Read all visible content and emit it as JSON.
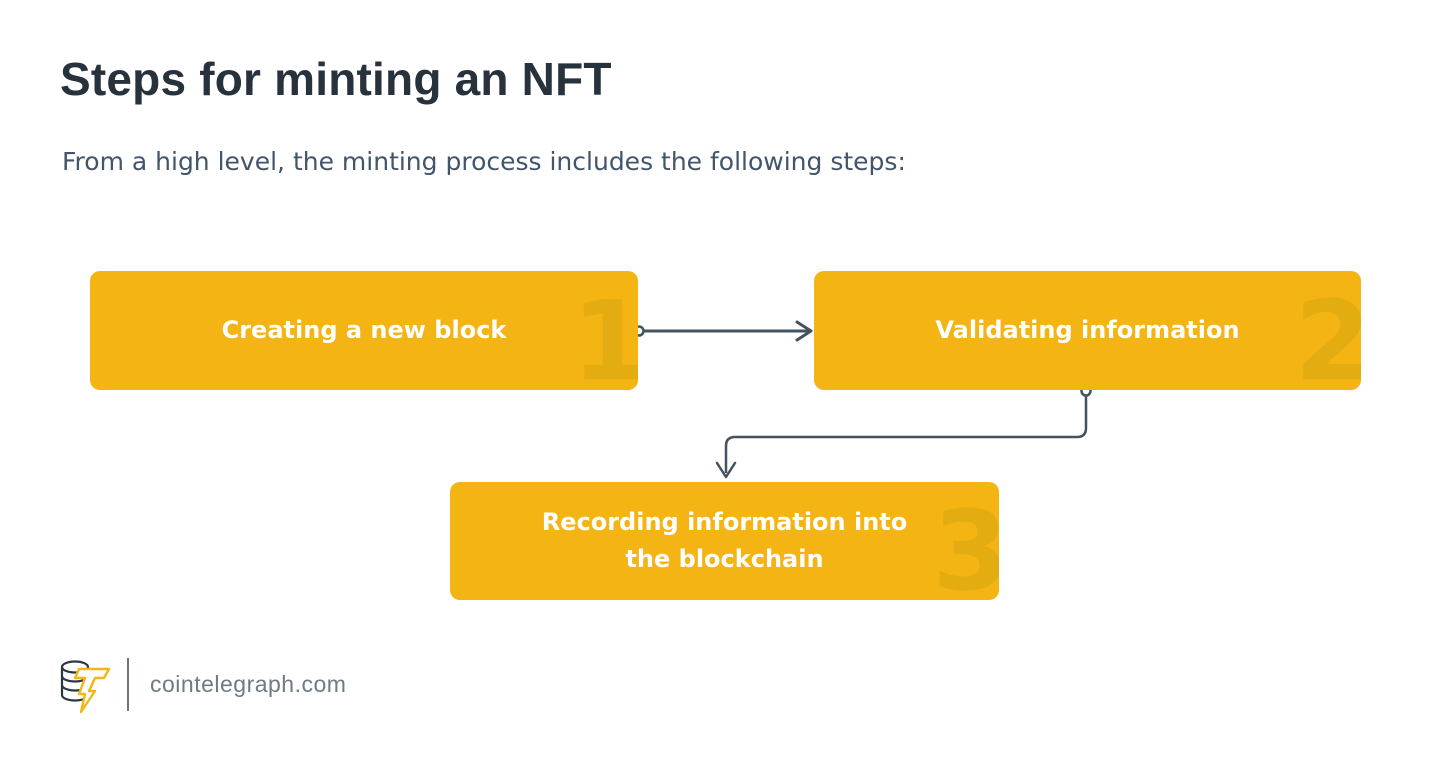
{
  "page": {
    "title": "Steps for minting an NFT",
    "subtitle": "From a high level, the minting process includes the following steps:"
  },
  "steps": [
    {
      "number": "1",
      "label": "Creating a new block"
    },
    {
      "number": "2",
      "label": "Validating information"
    },
    {
      "number": "3",
      "label": "Recording information into the blockchain"
    }
  ],
  "flow": [
    {
      "from": "1",
      "to": "2",
      "direction": "right"
    },
    {
      "from": "2",
      "to": "3",
      "direction": "down-left-down"
    }
  ],
  "footer": {
    "site": "cointelegraph.com",
    "logo": "cointelegraph-coin-stack-with-lightning-t"
  },
  "colors": {
    "background": "#FFFFFF",
    "box_fill": "#F3B414",
    "box_number_watermark": "#E3AC10",
    "box_label_text": "#FFFFFF",
    "connector_line": "#44525F",
    "title_text": "#27323C",
    "subtitle_text": "#42556A",
    "footer_text": "#6E7A84",
    "logo_outline": "#2A3842",
    "logo_bolt": "#F5B515"
  }
}
